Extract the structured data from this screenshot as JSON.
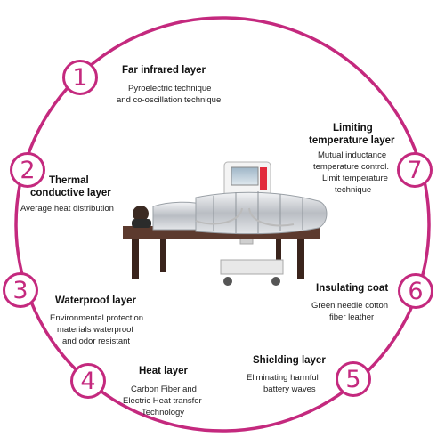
{
  "colors": {
    "accent": "#c4297e",
    "ring": "#c4297e",
    "text": "#111111"
  },
  "layers": [
    {
      "number": "1",
      "title": "Far infrared layer",
      "lines": [
        "Pyroelectric technique",
        "and co-oscillation technique"
      ]
    },
    {
      "number": "2",
      "title_lines": [
        "Thermal",
        "conductive layer"
      ],
      "lines": [
        "Average heat distribution"
      ]
    },
    {
      "number": "3",
      "title": "Waterproof layer",
      "lines": [
        "Environmental protection",
        "materials waterproof",
        "and odor resistant"
      ]
    },
    {
      "number": "4",
      "title": "Heat layer",
      "lines": [
        "Carbon Fiber and",
        "Electric Heat transfer",
        "Technology"
      ]
    },
    {
      "number": "5",
      "title": "Shielding layer",
      "lines": [
        "Eliminating harmful",
        "battery waves"
      ]
    },
    {
      "number": "6",
      "title": "Insulating coat",
      "lines": [
        "Green needle cotton",
        "fiber leather"
      ]
    },
    {
      "number": "7",
      "title_lines": [
        "Limiting",
        "temperature layer"
      ],
      "lines": [
        "Mutual inductance",
        "temperature control.",
        "Limit temperature",
        "technique"
      ]
    }
  ]
}
